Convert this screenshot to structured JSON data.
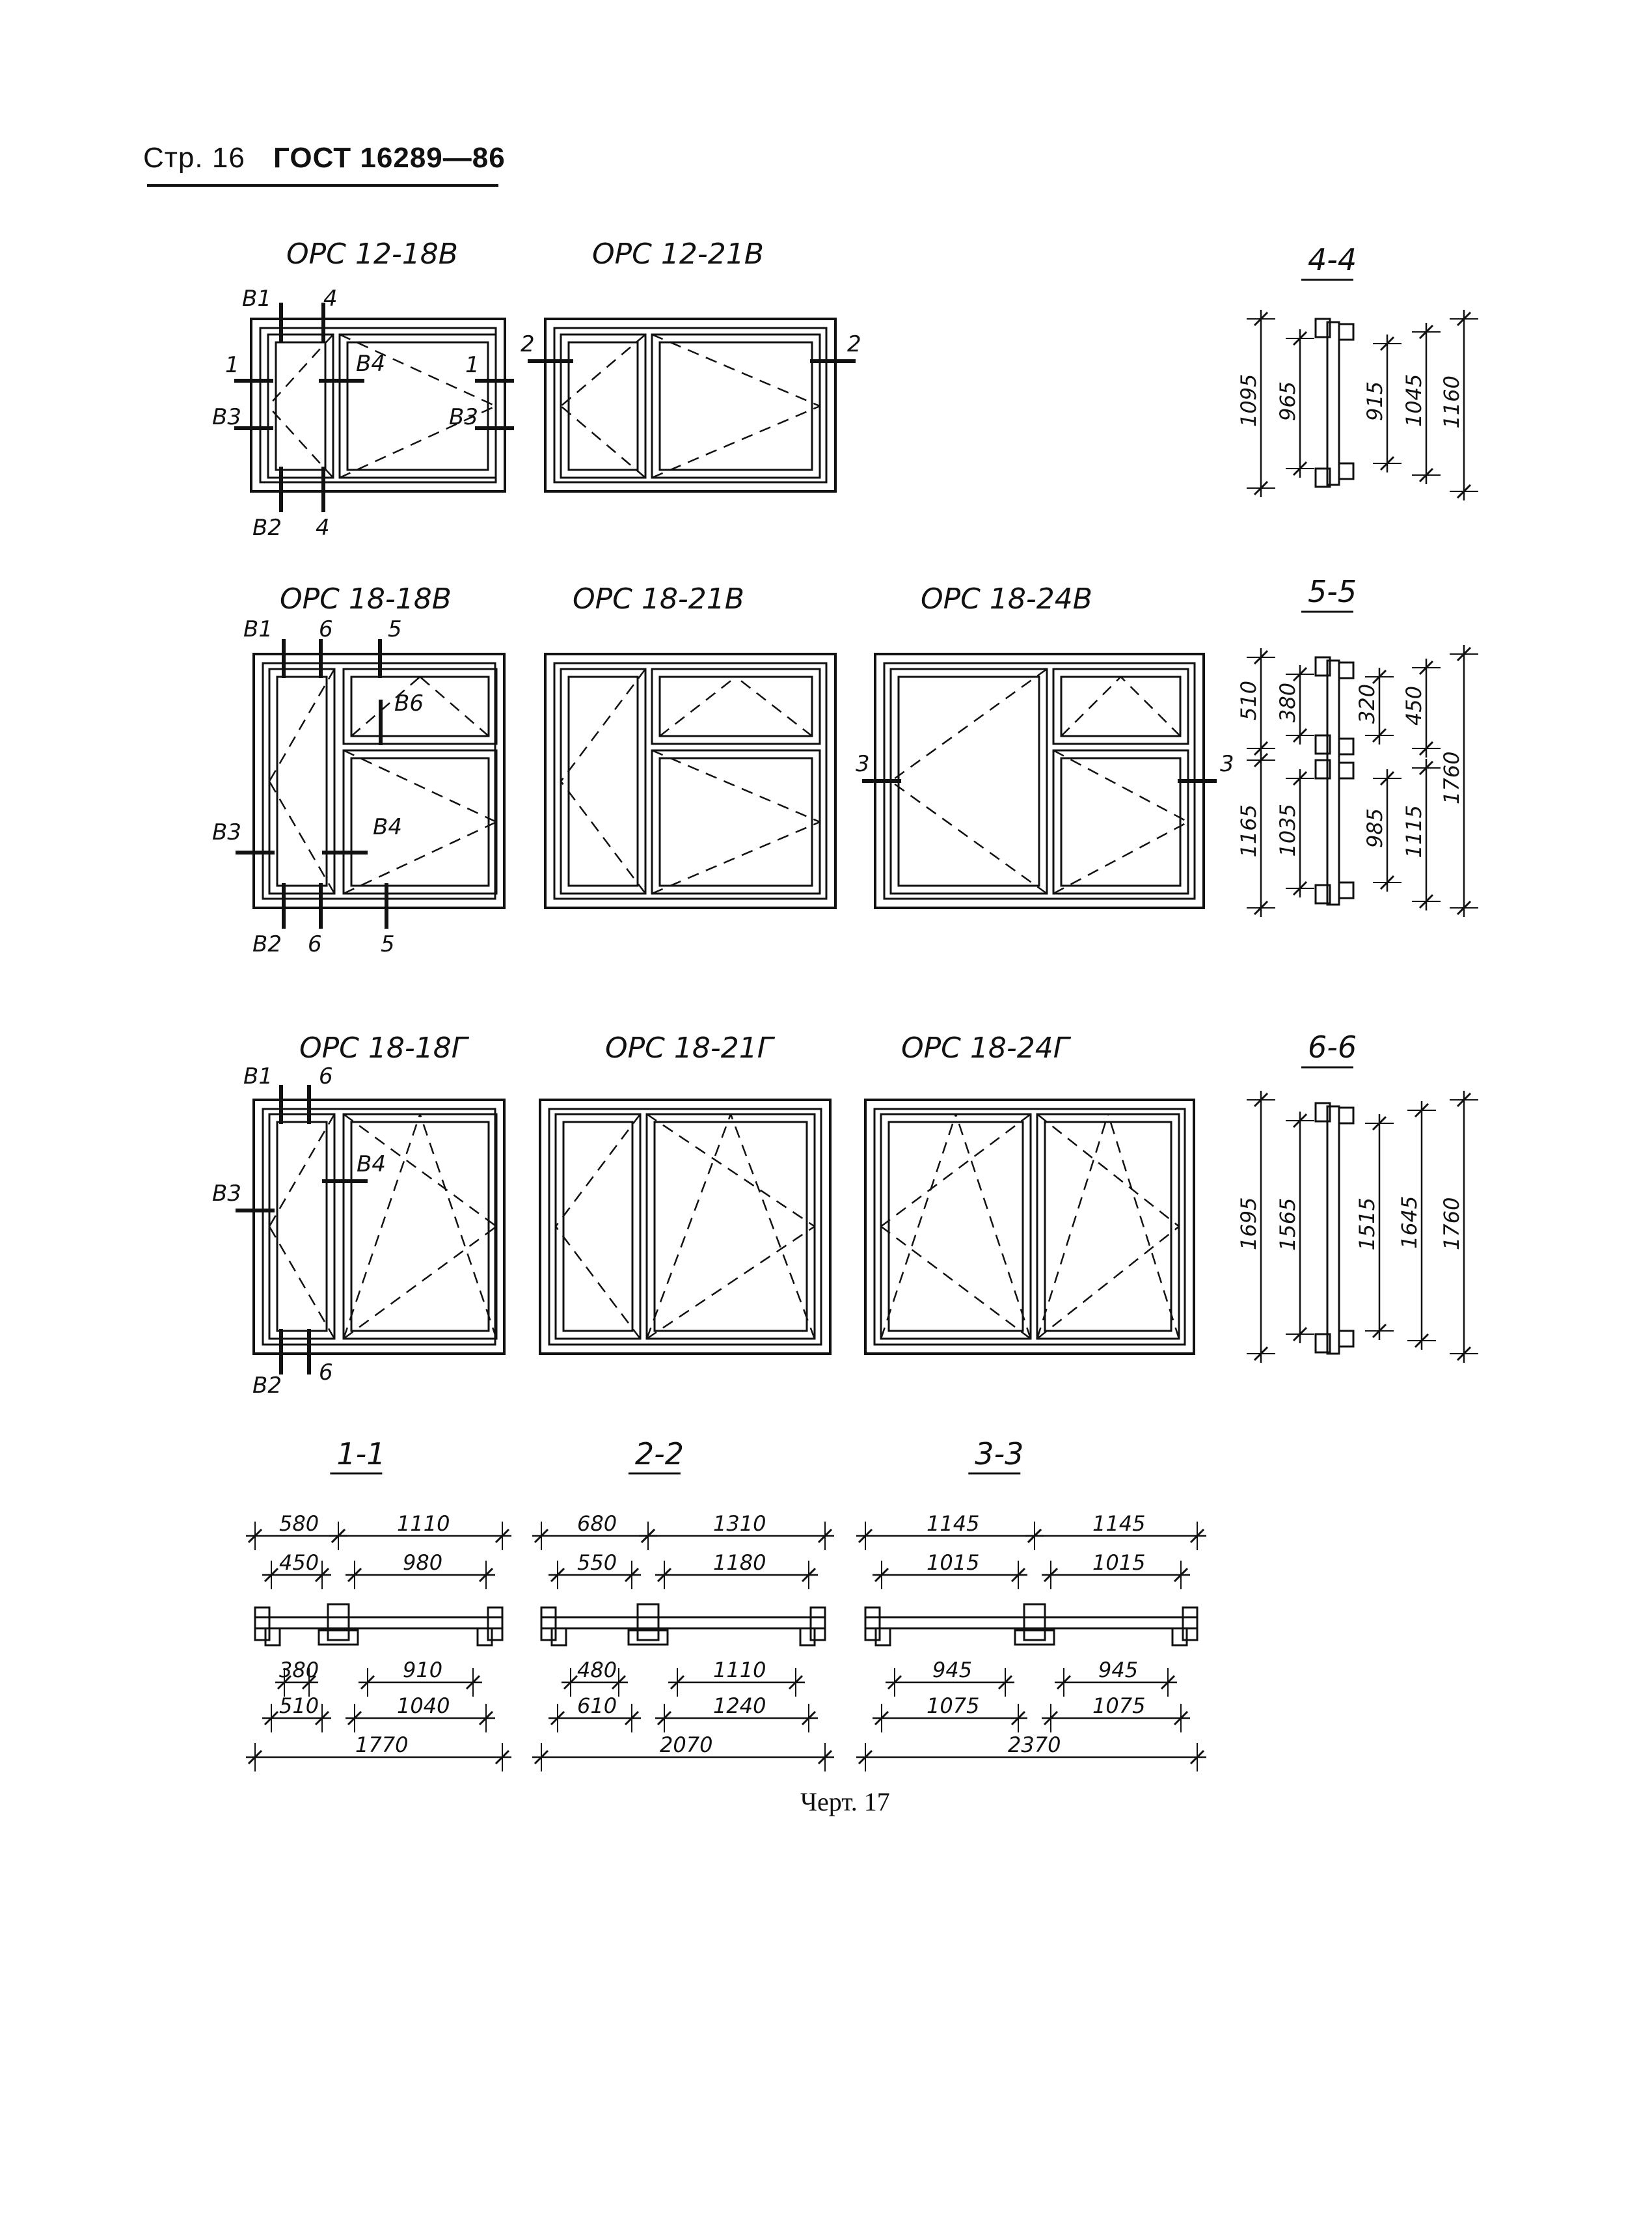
{
  "header": {
    "page": "Стр. 16",
    "standard": "ГОСТ 16289—86"
  },
  "caption": "Черт. 17",
  "windows": [
    {
      "id": "w1",
      "title": "ОРС 12-18В"
    },
    {
      "id": "w2",
      "title": "ОРС 12-21В"
    },
    {
      "id": "w3",
      "title": "ОРС 18-18В"
    },
    {
      "id": "w4",
      "title": "ОРС 18-21В"
    },
    {
      "id": "w5",
      "title": "ОРС 18-24В"
    },
    {
      "id": "w6",
      "title": "ОРС 18-18Г"
    },
    {
      "id": "w7",
      "title": "ОРС 18-21Г"
    },
    {
      "id": "w8",
      "title": "ОРС 18-24Г"
    }
  ],
  "markers": {
    "w1": [
      "В1",
      "4",
      "1",
      "В4",
      "1",
      "В3",
      "В3",
      "В2",
      "4"
    ],
    "w2": [
      "2",
      "2"
    ],
    "w3": [
      "В1",
      "6",
      "5",
      "В6",
      "В3",
      "В4",
      "В2",
      "6",
      "5"
    ],
    "w5": [
      "3",
      "3"
    ],
    "w6": [
      "В1",
      "6",
      "В4",
      "В3",
      "В2",
      "6"
    ]
  },
  "sections": {
    "s44": {
      "title": "4-4",
      "dims": [
        "1095",
        "965",
        "915",
        "1045",
        "1160"
      ]
    },
    "s55": {
      "title": "5-5",
      "dims": [
        "510",
        "380",
        "1165",
        "1035",
        "320",
        "985",
        "450",
        "1115",
        "1760"
      ]
    },
    "s66": {
      "title": "6-6",
      "dims": [
        "1695",
        "1565",
        "1515",
        "1645",
        "1760"
      ]
    },
    "s11": {
      "title": "1-1",
      "top": [
        "580",
        "1110",
        "450",
        "980"
      ],
      "bottom": [
        "380",
        "910",
        "510",
        "1040",
        "1770"
      ]
    },
    "s22": {
      "title": "2-2",
      "top": [
        "680",
        "1310",
        "550",
        "1180"
      ],
      "bottom": [
        "480",
        "1110",
        "610",
        "1240",
        "2070"
      ]
    },
    "s33": {
      "title": "3-3",
      "top": [
        "1145",
        "1145",
        "1015",
        "1015"
      ],
      "bottom": [
        "945",
        "945",
        "1075",
        "1075",
        "2370"
      ]
    }
  }
}
